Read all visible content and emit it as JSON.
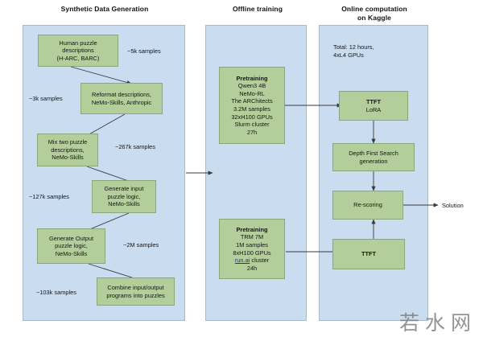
{
  "columns": [
    {
      "id": "synthetic",
      "title": "Synthetic Data Generation"
    },
    {
      "id": "offline",
      "title": "Offline training"
    },
    {
      "id": "online",
      "title": "Online computation\non Kaggle"
    }
  ],
  "synthetic": {
    "nodes": [
      {
        "id": "human-puzzle",
        "lines": [
          "Human puzzle",
          "descriptions",
          "(H-ARC, BARC)"
        ]
      },
      {
        "id": "reformat",
        "lines": [
          "Reformat descriptions,",
          "NeMo-Skills, Anthropic"
        ]
      },
      {
        "id": "mix-two",
        "lines": [
          "Mix two puzzle",
          "descriptions,",
          "NeMo-Skills"
        ]
      },
      {
        "id": "gen-input",
        "lines": [
          "Generate input",
          "puzzle logic,",
          "NeMo-Skills"
        ]
      },
      {
        "id": "gen-output",
        "lines": [
          "Generate Output",
          "puzzle logic,",
          "NeMo-Skills"
        ]
      },
      {
        "id": "combine",
        "lines": [
          "Combine input/output",
          "programs into puzzles"
        ]
      }
    ],
    "labels": [
      {
        "id": "samples-5k",
        "text": "~5k samples"
      },
      {
        "id": "samples-3k",
        "text": "~3k samples"
      },
      {
        "id": "samples-267k",
        "text": "~267k samples"
      },
      {
        "id": "samples-127k",
        "text": "~127k samples"
      },
      {
        "id": "samples-2m",
        "text": "~2M samples"
      },
      {
        "id": "samples-103k",
        "text": "~103k samples"
      }
    ]
  },
  "offline": {
    "nodes": [
      {
        "id": "pretraining-qwen",
        "title": "Pretraining",
        "lines": [
          "Qwen3 4B",
          "NeMo-RL",
          "The ARChitects",
          "3.2M samples",
          "32xH100 GPUs",
          "Slurm cluster",
          "27h"
        ]
      },
      {
        "id": "pretraining-trm",
        "title": "Pretraining",
        "lines": [
          "TRM 7M",
          "1M samples",
          "8xH100 GPUs"
        ],
        "link_line": {
          "link": "run.ai",
          "rest": " cluster"
        },
        "tail": "24h"
      }
    ]
  },
  "online": {
    "header": [
      "Total: 12 hours,",
      "4xL4 GPUs"
    ],
    "nodes": [
      {
        "id": "ttft-lora",
        "title": "TTFT",
        "lines": [
          "LoRA"
        ]
      },
      {
        "id": "dfs",
        "lines": [
          "Depth First Search",
          "generation"
        ]
      },
      {
        "id": "rescoring",
        "lines": [
          "Re-scoring"
        ]
      },
      {
        "id": "ttft",
        "title": "TTFT",
        "lines": []
      }
    ],
    "output_label": "Solution"
  },
  "watermark": "若水网",
  "colors": {
    "panel_fill": "#c9dcf0",
    "panel_stroke": "#aab8c6",
    "node_fill": "#b3ce9b",
    "node_stroke": "#8aa877",
    "arrow": "#3a3a3a",
    "link": "#2a2aa8"
  }
}
